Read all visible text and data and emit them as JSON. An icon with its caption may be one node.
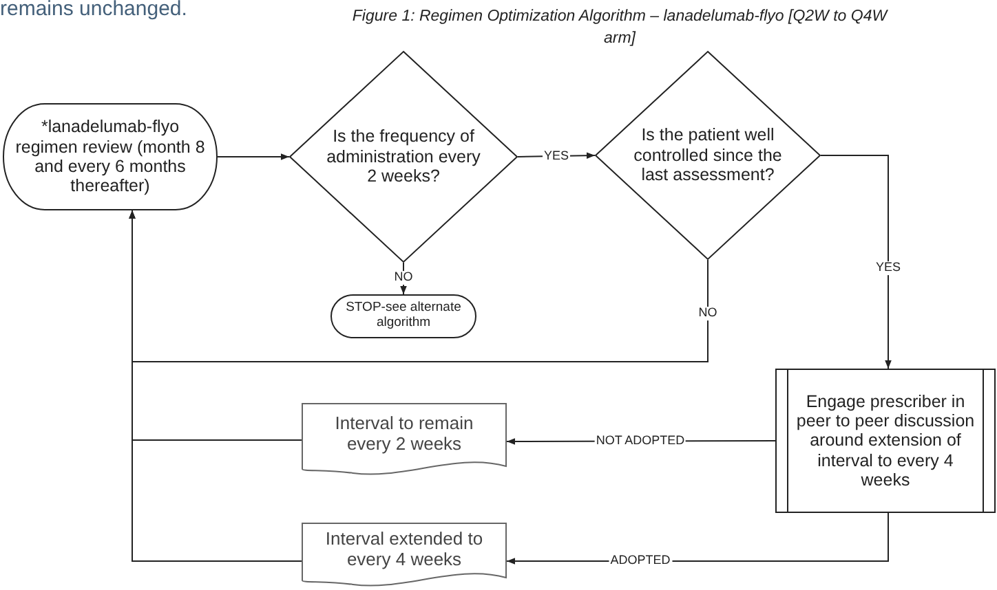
{
  "diagram": {
    "title": "Figure 1:  Regimen Optimization Algorithm – lanadelumab-flyo [Q2W to Q4W arm]",
    "nodes": [
      {
        "text": [
          "*lanadelumab-flyo regimen review (month 8 and every 6 months thereafter)"
        ]
      },
      {
        "text": [
          "Is the frequency of administration every 2 weeks?"
        ]
      },
      {
        "text": [
          "STOP-see alternate algorithm"
        ]
      },
      {
        "text": [
          "Is the patient well controlled since the last assessment?"
        ]
      },
      {
        "text": [
          "Engage prescriber in peer to peer discussion around extension of interval to every 4 weeks"
        ]
      },
      {
        "text": [
          "Interval to remain every 2 weeks"
        ]
      },
      {
        "text": [
          "Interval extended to every 4 weeks"
        ]
      }
    ],
    "edges": [
      {
        "from": 0,
        "to": 1,
        "arrow": "to"
      },
      {
        "from": 1,
        "to": 3,
        "arrow": "to",
        "label": "YES"
      },
      {
        "from": 1,
        "to": 2,
        "arrow": "to",
        "label": "NO"
      },
      {
        "from": 3,
        "to": 4,
        "arrow": "to",
        "label": "YES"
      },
      {
        "from": 3,
        "to": 0,
        "arrow": "to",
        "label": "NO"
      },
      {
        "from": 4,
        "to": 5,
        "arrow": "to",
        "label": "NOT ADOPTED"
      },
      {
        "from": 4,
        "to": 6,
        "arrow": "to",
        "label": "ADOPTED"
      },
      {
        "from": 5,
        "to": 0,
        "arrow": "to"
      },
      {
        "from": 6,
        "to": 0,
        "arrow": "to"
      }
    ],
    "labels": [
      "remains unchanged."
    ]
  }
}
